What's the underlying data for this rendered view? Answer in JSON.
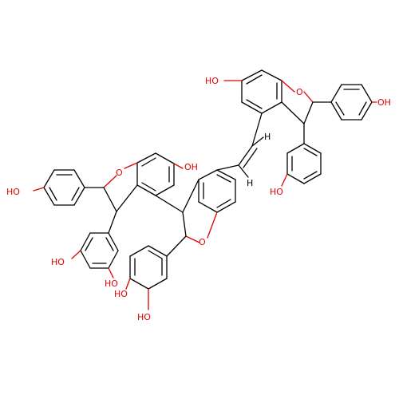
{
  "colors": {
    "carbon_bond": "#000000",
    "oxygen": "#e00000",
    "background": "#ffffff"
  },
  "atom_labels": {
    "ho_top": "HO",
    "o_ring_top": "O",
    "oh_right_top": "OH",
    "h_vinyl_1": "H",
    "h_vinyl_2": "H",
    "ho_mid_right": "HO",
    "oh_mid": "OH",
    "ho_left": "HO",
    "o_ring_left": "O",
    "ho_left_low": "HO",
    "o_ring_center": "O",
    "ho_stack_1": "HO",
    "ho_stack_2": "HO",
    "ho_bottom": "HO"
  }
}
